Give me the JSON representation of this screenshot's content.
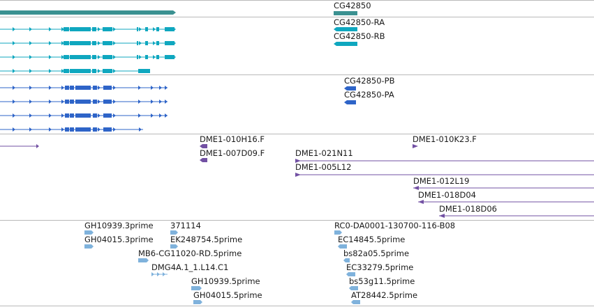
{
  "colors": {
    "gene": "#3b9191",
    "transcript": "#0fa7bf",
    "protein": "#2e64c8",
    "clone": "#7250a3",
    "est": "#7fb2dc",
    "divider": "#b9b9b9",
    "text": "#1a1a1a"
  },
  "tracks": {
    "gene": {
      "features": [
        {
          "label": "CG42850"
        }
      ]
    },
    "transcripts": {
      "features": [
        {
          "label": "CG42850-RA"
        },
        {
          "label": "CG42850-RB"
        }
      ]
    },
    "proteins": {
      "features": [
        {
          "label": "CG42850-PB"
        },
        {
          "label": "CG42850-PA"
        }
      ]
    },
    "clones": {
      "features": [
        {
          "label": "DME1-010H16.F"
        },
        {
          "label": "DME1-010K23.F"
        },
        {
          "label": "DME1-007D09.F"
        },
        {
          "label": "DME1-021N11"
        },
        {
          "label": "DME1-005L12"
        },
        {
          "label": "DME1-012L19"
        },
        {
          "label": "DME1-018D04"
        },
        {
          "label": "DME1-018D06"
        }
      ]
    },
    "ests": {
      "features": [
        {
          "label": "GH10939.3prime"
        },
        {
          "label": "371114"
        },
        {
          "label": "RC0-DA0001-130700-116-B08"
        },
        {
          "label": "GH04015.3prime"
        },
        {
          "label": "EK248754.5prime"
        },
        {
          "label": "EC14845.5prime"
        },
        {
          "label": "MB6-CG11020-RD.5prime"
        },
        {
          "label": "bs82a05.5prime"
        },
        {
          "label": "DMG4A.1_1.L14.C1"
        },
        {
          "label": "EC33279.5prime"
        },
        {
          "label": "GH10939.5prime"
        },
        {
          "label": "bs53g11.5prime"
        },
        {
          "label": "GH04015.5prime"
        },
        {
          "label": "AT28442.5prime"
        }
      ]
    }
  }
}
